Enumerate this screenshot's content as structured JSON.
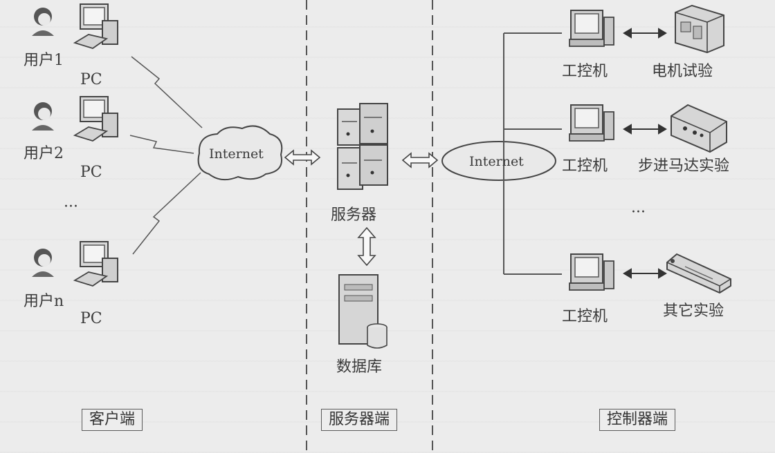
{
  "client": {
    "users": [
      {
        "user": "用户1",
        "pc": "PC"
      },
      {
        "user": "用户2",
        "pc": "PC"
      },
      {
        "user": "用户n",
        "pc": "PC"
      }
    ],
    "ellipsis": "···",
    "internet": "Internet",
    "section_label": "客户端"
  },
  "server": {
    "server_label": "服务器",
    "database_label": "数据库",
    "section_label": "服务器端"
  },
  "control": {
    "internet": "Internet",
    "stations": [
      {
        "ipc": "工控机",
        "experiment": "电机试验"
      },
      {
        "ipc": "工控机",
        "experiment": "步进马达实验"
      },
      {
        "ipc": "工控机",
        "experiment": "其它实验"
      }
    ],
    "ellipsis": "···",
    "section_label": "控制器端"
  }
}
